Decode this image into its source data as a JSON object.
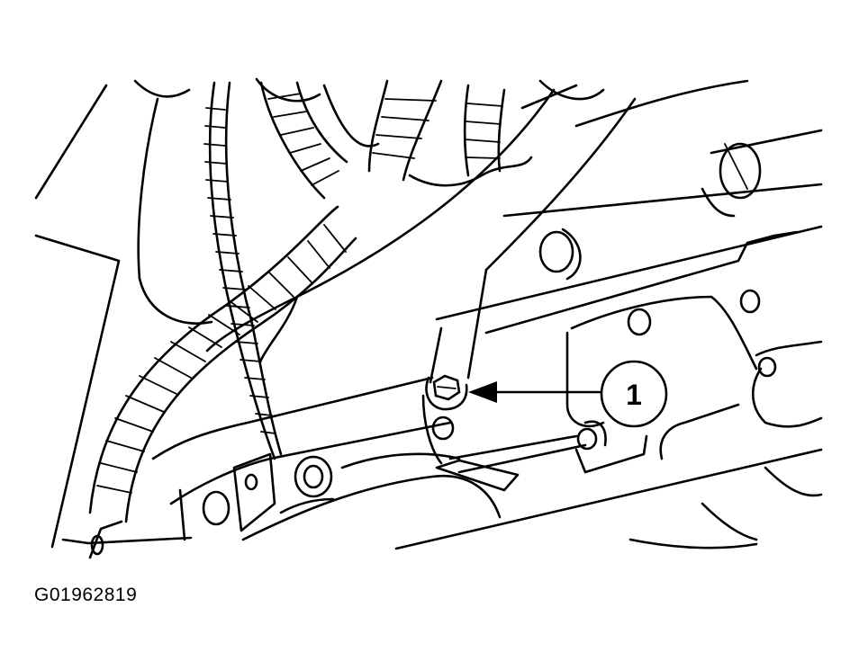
{
  "figure": {
    "callouts": [
      {
        "number": "1",
        "target": "bolt"
      }
    ],
    "figure_id": "G01962819"
  },
  "colors": {
    "line": "#000000",
    "background": "#ffffff"
  }
}
